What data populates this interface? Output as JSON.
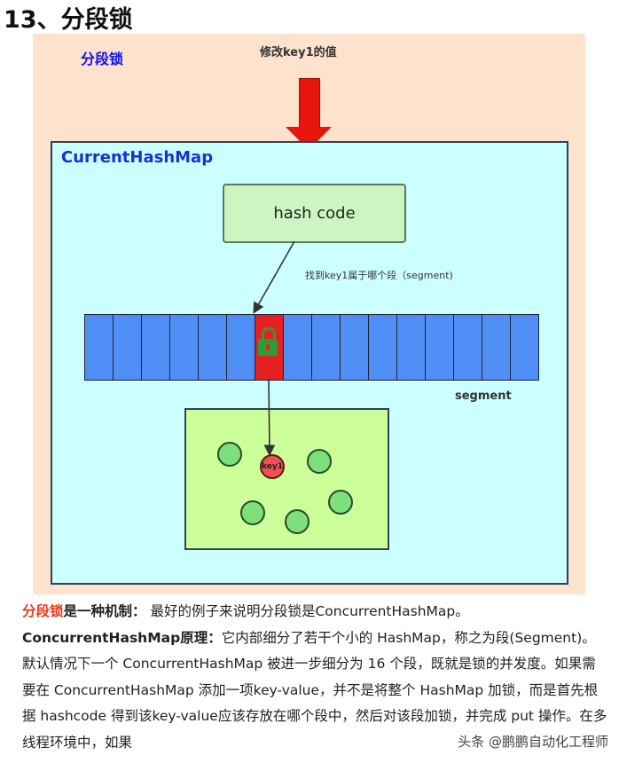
{
  "heading": "13、分段锁",
  "diagram": {
    "title": "分段锁",
    "top_label": "修改key1的值",
    "map_label": "CurrentHashMap",
    "hash_label": "hash code",
    "find_label": "找到key1属于哪个段（segment)",
    "segment_label": "segment",
    "segment_count": 16,
    "locked_index": 6,
    "key_node_label": "key1",
    "colors": {
      "segment": "#4f8ef5",
      "locked": "#e52020",
      "arrow": "#e8150c"
    }
  },
  "paragraph": {
    "lead_red": "分段锁",
    "lead_bold": "是一种机制：",
    "lead_rest": " 最好的例子来说明分段锁是ConcurrentHashMap。",
    "p2_bold": "ConcurrentHashMap原理：",
    "p2_rest": "它内部细分了若干个小的 HashMap，称之为段(Segment)。 默认情况下一个 ConcurrentHashMap 被进一步细分为 16 个段，既就是锁的并发度。如果需要在 ConcurrentHashMap 添加一项key-value，并不是将整个 HashMap 加锁，而是首先根据 hashcode 得到该key-value应该存放在哪个段中，然后对该段加锁，并完成 put 操作。在多线程环境中，如果"
  },
  "watermark": "头条 @鹏鹏自动化工程师"
}
